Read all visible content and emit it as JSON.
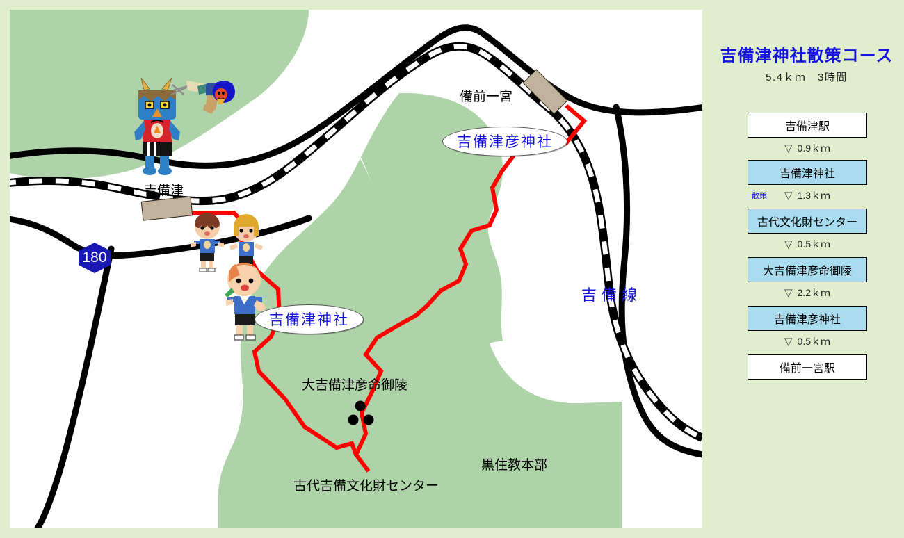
{
  "sidebar": {
    "title": "吉備津神社散策コース",
    "subtitle": "5.4ｋｍ　3時間",
    "stops": [
      {
        "label": "吉備津駅",
        "style": "white"
      },
      {
        "label": "吉備津神社",
        "style": "blue"
      },
      {
        "label": "古代文化財センター",
        "style": "blue"
      },
      {
        "label": "大吉備津彦命御陵",
        "style": "blue"
      },
      {
        "label": "吉備津彦神社",
        "style": "blue"
      },
      {
        "label": "備前一宮駅",
        "style": "white"
      }
    ],
    "legs": [
      {
        "marker": "▽",
        "distance": "0.9ｋｍ",
        "note": ""
      },
      {
        "marker": "▽",
        "distance": "1.3ｋｍ",
        "note": "散策"
      },
      {
        "marker": "▽",
        "distance": "0.5ｋｍ",
        "note": ""
      },
      {
        "marker": "▽",
        "distance": "2.2ｋｍ",
        "note": ""
      },
      {
        "marker": "▽",
        "distance": "0.5ｋｍ",
        "note": ""
      }
    ]
  },
  "map": {
    "stations": [
      {
        "name": "吉備津"
      },
      {
        "name": "備前一宮"
      }
    ],
    "pin_labels": [
      {
        "text": "吉備津彦神社"
      },
      {
        "text": "吉備津神社"
      }
    ],
    "place_labels": [
      {
        "text": "大吉備津彦命御陵"
      },
      {
        "text": "古代吉備文化財センター"
      },
      {
        "text": "黒住教本部"
      }
    ],
    "railway_name": "吉備線",
    "route_shield": "180"
  },
  "colors": {
    "page_background": "#e1eecd",
    "map_background": "#ffffff",
    "forest": "#aed3a8",
    "route_red": "#ff0000",
    "label_blue": "#1414dc",
    "stop_blue": "#aadcf0",
    "shield_blue": "#1a18b4",
    "station_tan": "#c3b29b"
  }
}
